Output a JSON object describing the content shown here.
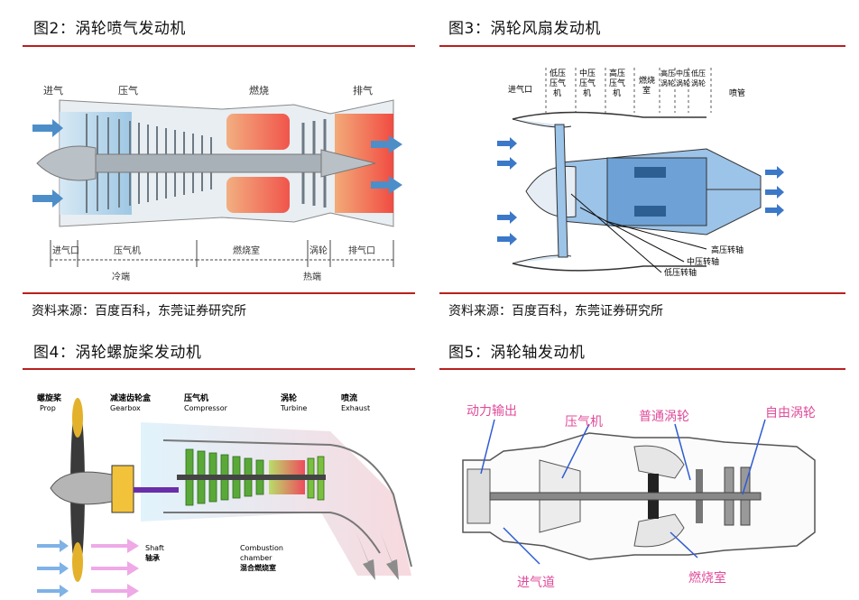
{
  "fig2": {
    "title": "图2：涡轮喷气发动机",
    "labels": {
      "intake": "进气",
      "compress": "压气",
      "combust": "燃烧",
      "exhaust": "排气",
      "inlet": "进气口",
      "compressor": "压气机",
      "chamber": "燃烧室",
      "turbine": "涡轮",
      "nozzle": "排气口",
      "cold": "冷端",
      "hot": "热端"
    },
    "source": "资料来源：百度百科，东莞证券研究所"
  },
  "fig3": {
    "title": "图3：涡轮风扇发动机",
    "labels": {
      "inlet": "进气口",
      "lpc": [
        "低压",
        "压气",
        "机"
      ],
      "ipc": [
        "中压",
        "压气",
        "机"
      ],
      "hpc": [
        "高压",
        "压气",
        "机"
      ],
      "burner": [
        "燃烧",
        "室"
      ],
      "hpt": [
        "高压",
        "涡轮"
      ],
      "ipt": [
        "中压",
        "涡轮"
      ],
      "lpt": [
        "低压",
        "涡轮"
      ],
      "jet": "喷管",
      "hp_shaft": "高压转轴",
      "ip_shaft": "中压转轴",
      "lp_shaft": "低压转轴"
    },
    "source": "资料来源：百度百科，东莞证券研究所"
  },
  "fig4": {
    "title": "图4：涡轮螺旋桨发动机",
    "labels": {
      "prop_cn": "螺旋桨",
      "prop_en": "Prop",
      "gear_cn": "减速齿轮盒",
      "gear_en": "Gearbox",
      "comp_cn": "压气机",
      "comp_en": "Compressor",
      "turb_cn": "涡轮",
      "turb_en": "Turbine",
      "exh_cn": "喷流",
      "exh_en": "Exhaust",
      "shaft_en": "Shaft",
      "shaft_cn": "轴承",
      "comb_en1": "Combustion",
      "comb_en2": "chamber",
      "comb_cn": "混合燃烧室"
    }
  },
  "fig5": {
    "title": "图5：涡轮轴发动机",
    "labels": {
      "output": "动力输出",
      "compressor": "压气机",
      "turbine": "普通涡轮",
      "free": "自由涡轮",
      "inlet": "进气道",
      "burner": "燃烧室"
    }
  }
}
